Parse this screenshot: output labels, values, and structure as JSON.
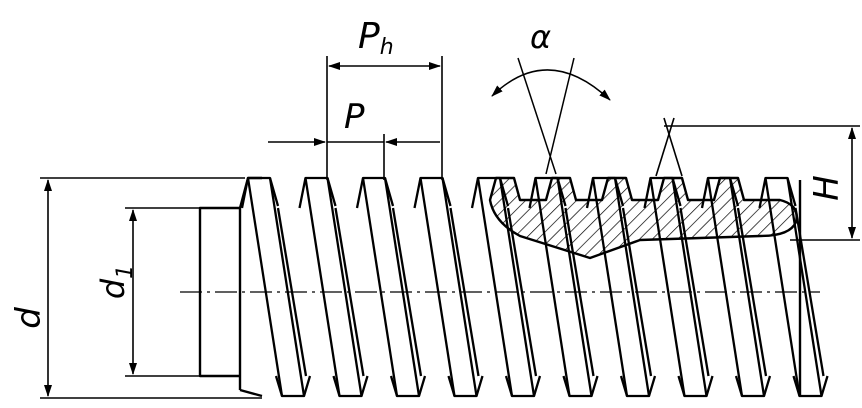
{
  "labels": {
    "lead_main": "P",
    "lead_sub": "h",
    "pitch": "P",
    "angle": "α",
    "height": "H",
    "major_diameter": "d",
    "minor_main": "d",
    "minor_sub": "1"
  },
  "colors": {
    "ink": "#000000",
    "paper": "#ffffff"
  },
  "drawing": {
    "thread_turns": 10,
    "section_teeth": 5
  }
}
